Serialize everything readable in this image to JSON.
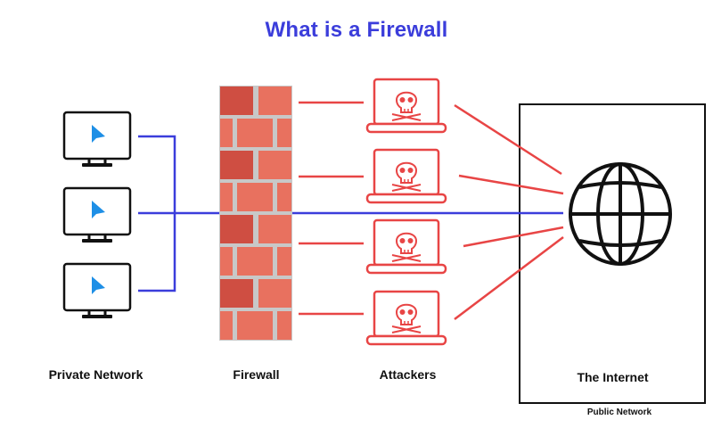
{
  "title": "What is a Firewall",
  "labels": {
    "private_network": "Private Network",
    "firewall": "Firewall",
    "attackers": "Attackers",
    "internet": "The Internet",
    "public_network": "Public Network"
  },
  "colors": {
    "title": "#3b3ddb",
    "private_link": "#3b3ddb",
    "attack_link": "#e84545",
    "brick": "#e8715f",
    "brick_dark": "#cf4e42",
    "mortar": "#c8c8c8",
    "attacker": "#e84545",
    "cursor": "#1e8fe6"
  },
  "icons": {
    "computer": "desktop-computer-icon",
    "attacker": "skull-laptop-icon",
    "globe": "globe-icon",
    "cursor": "mouse-cursor-icon"
  }
}
